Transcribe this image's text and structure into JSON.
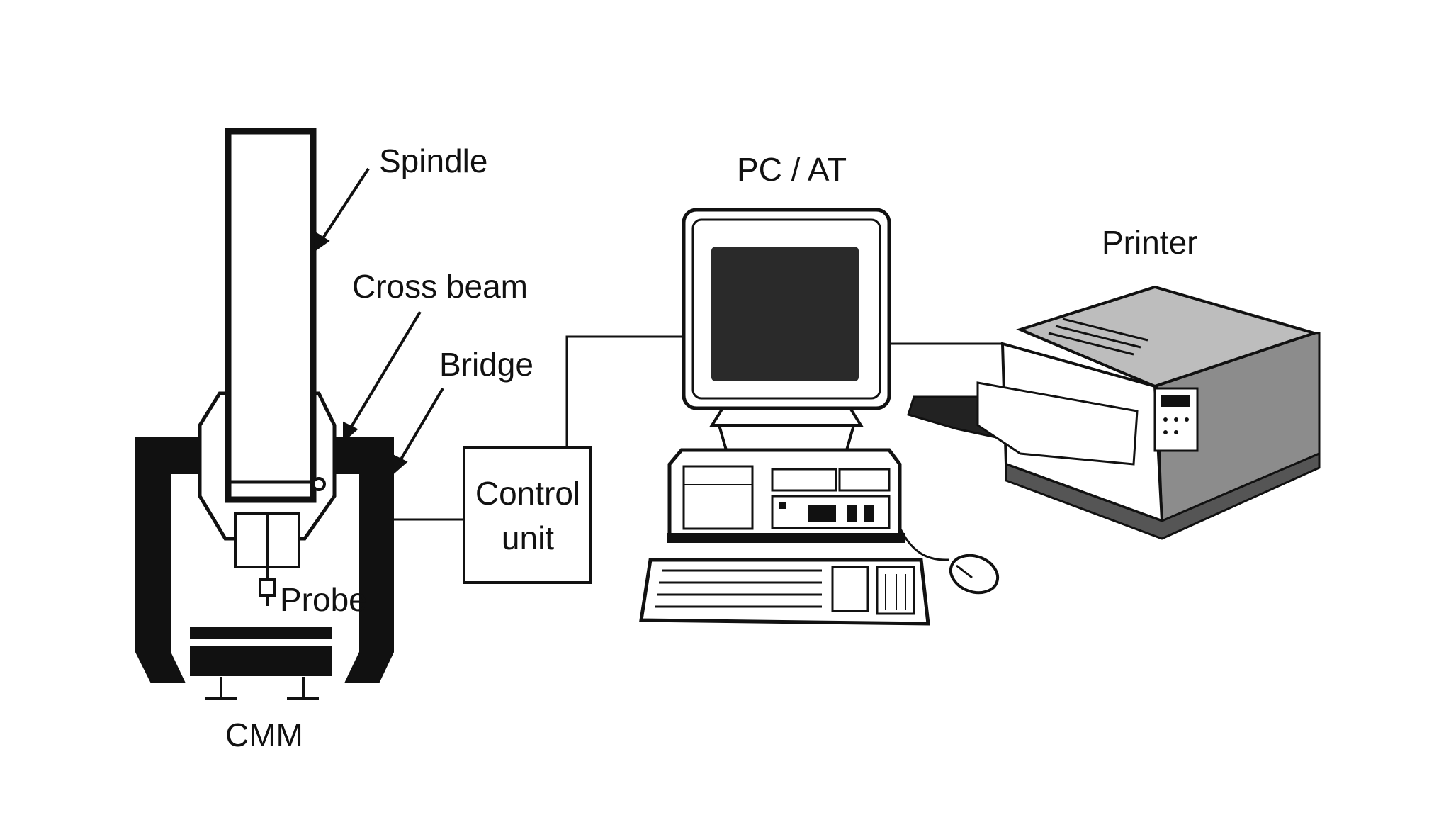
{
  "diagram": {
    "labels": {
      "spindle": "Spindle",
      "cross_beam": "Cross beam",
      "bridge": "Bridge",
      "probe": "Probe",
      "cmm": "CMM",
      "control_unit_line1": "Control",
      "control_unit_line2": "unit",
      "pc_at": "PC / AT",
      "printer": "Printer"
    },
    "connections": [
      {
        "from": "cmm",
        "to": "control-unit"
      },
      {
        "from": "control-unit",
        "to": "pc-at"
      },
      {
        "from": "pc-at",
        "to": "printer"
      }
    ],
    "colors": {
      "ink": "#111111",
      "paper": "#ffffff",
      "screen": "#2a2a2a",
      "printer_shade": "#8c8c8c"
    }
  }
}
